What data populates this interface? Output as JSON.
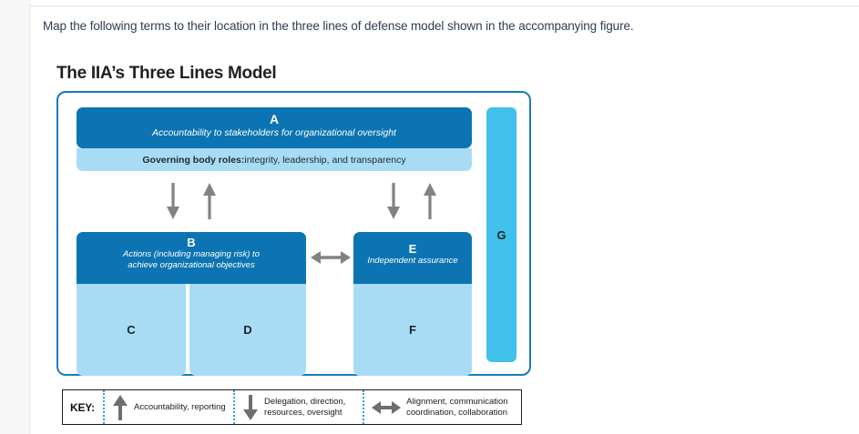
{
  "prompt": {
    "text": "Map the following terms to their location in the three lines of defense model shown in the accompanying figure."
  },
  "figure": {
    "title": "The IIA’s Three Lines Model",
    "governing_band": {
      "bold_label": "Governing body roles:",
      "rest": " integrity, leadership, and transparency"
    },
    "boxes": {
      "a": {
        "letter": "A",
        "desc": "Accountability to stakeholders for organizational oversight"
      },
      "b": {
        "letter": "B",
        "desc_line1": "Actions (including managing risk) to",
        "desc_line2": "achieve organizational objectives"
      },
      "c": {
        "letter": "C"
      },
      "d": {
        "letter": "D"
      },
      "e": {
        "letter": "E",
        "desc": "Independent assurance"
      },
      "f": {
        "letter": "F"
      },
      "g": {
        "letter": "G"
      }
    },
    "colors": {
      "dark_blue": "#0C74B2",
      "light_blue": "#A8DCF5",
      "bright_blue": "#42C0EC",
      "frame_border": "#1A7BB9",
      "arrow_gray": "#808285",
      "divider_blue": "#2FA3DC"
    }
  },
  "key": {
    "label": "KEY:",
    "items": [
      {
        "icon": "arrow-up-icon",
        "line1": "Accountability, reporting",
        "line2": ""
      },
      {
        "icon": "arrow-down-icon",
        "line1": "Delegation, direction,",
        "line2": "resources, oversight"
      },
      {
        "icon": "arrow-both-icon",
        "line1": "Alignment, communication",
        "line2": "coordination, collaboration"
      }
    ]
  }
}
